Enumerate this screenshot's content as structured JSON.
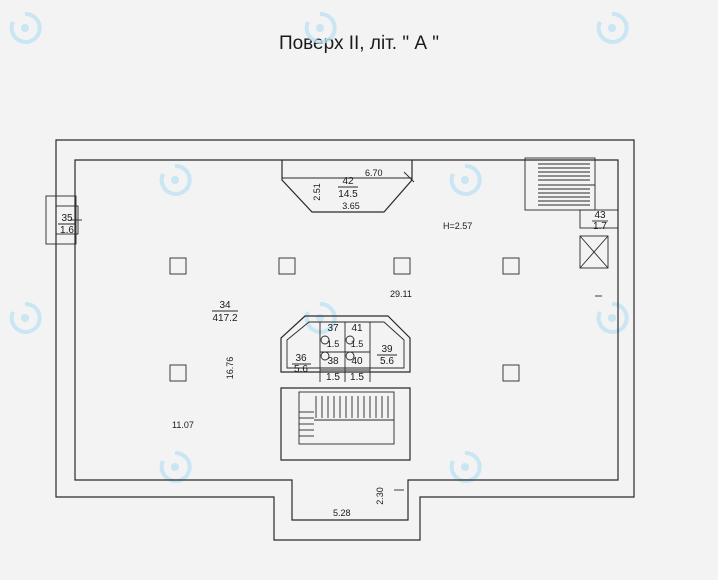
{
  "title": "Поверх II, літ. \" А \"",
  "height_note": "H=2.57",
  "rooms": [
    {
      "id": "r34",
      "number": "34",
      "area": "417.2"
    },
    {
      "id": "r35",
      "number": "35",
      "area": "1.6"
    },
    {
      "id": "r36",
      "number": "36",
      "area": "5.6"
    },
    {
      "id": "r37",
      "number": "37",
      "area": "1.5"
    },
    {
      "id": "r38",
      "number": "38",
      "area": "1.5"
    },
    {
      "id": "r39",
      "number": "39",
      "area": "5.6"
    },
    {
      "id": "r40",
      "number": "40",
      "area": "1.5"
    },
    {
      "id": "r41",
      "number": "41",
      "area": "1.5"
    },
    {
      "id": "r42",
      "number": "42",
      "area": "14.5"
    },
    {
      "id": "r43",
      "number": "43",
      "area": "1.7"
    }
  ],
  "dimensions": {
    "d_670": "6.70",
    "d_251": "2.51",
    "d_365": "3.65",
    "d_2911": "29.11",
    "d_1676": "16.76",
    "d_1107": "11.07",
    "d_528": "5.28",
    "d_230": "2.30"
  },
  "colors": {
    "background": "#f2f3f2",
    "lines": "#2a2a2a",
    "watermark": "#bfe1f3"
  }
}
